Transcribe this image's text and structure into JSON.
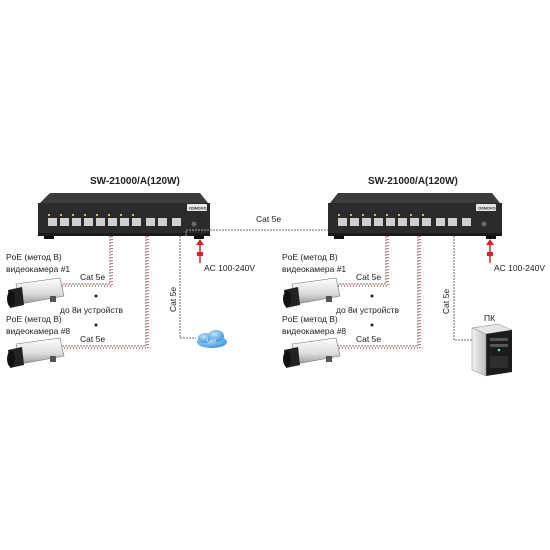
{
  "switches": [
    {
      "model": "SW-21000/A(120W)",
      "brand": "OSNOVO",
      "power_label": "AC 100-240V",
      "devices": [
        {
          "line1": "PoE (метод B)",
          "line2": "видеокамера #1",
          "cable": "Cat 5e"
        },
        {
          "line1": "PoE (метод B)",
          "line2": "видеокамера #8",
          "cable": "Cat 5e"
        }
      ],
      "count_label": "до 8и устройств",
      "uplink_cable": "Cat 5e",
      "uplink_device": "LAN"
    },
    {
      "model": "SW-21000/A(120W)",
      "brand": "OSNOVO",
      "power_label": "AC 100-240V",
      "devices": [
        {
          "line1": "PoE (метод B)",
          "line2": "видеокамера #1",
          "cable": "Cat 5e"
        },
        {
          "line1": "PoE (метод B)",
          "line2": "видеокамера #8",
          "cable": "Cat 5e"
        }
      ],
      "count_label": "до 8и устройств",
      "uplink_cable": "Cat 5e",
      "uplink_device": "ПК"
    }
  ],
  "link_cable": "Cat 5e",
  "colors": {
    "switch_body": "#2b2b2d",
    "switch_top": "#3c3c3f",
    "port": "#cfcfcf",
    "cable_gray": "#8a8a8a",
    "cable_red": "#c4272a",
    "power_arrow": "#d9232a",
    "cloud": "#4aa3df"
  }
}
